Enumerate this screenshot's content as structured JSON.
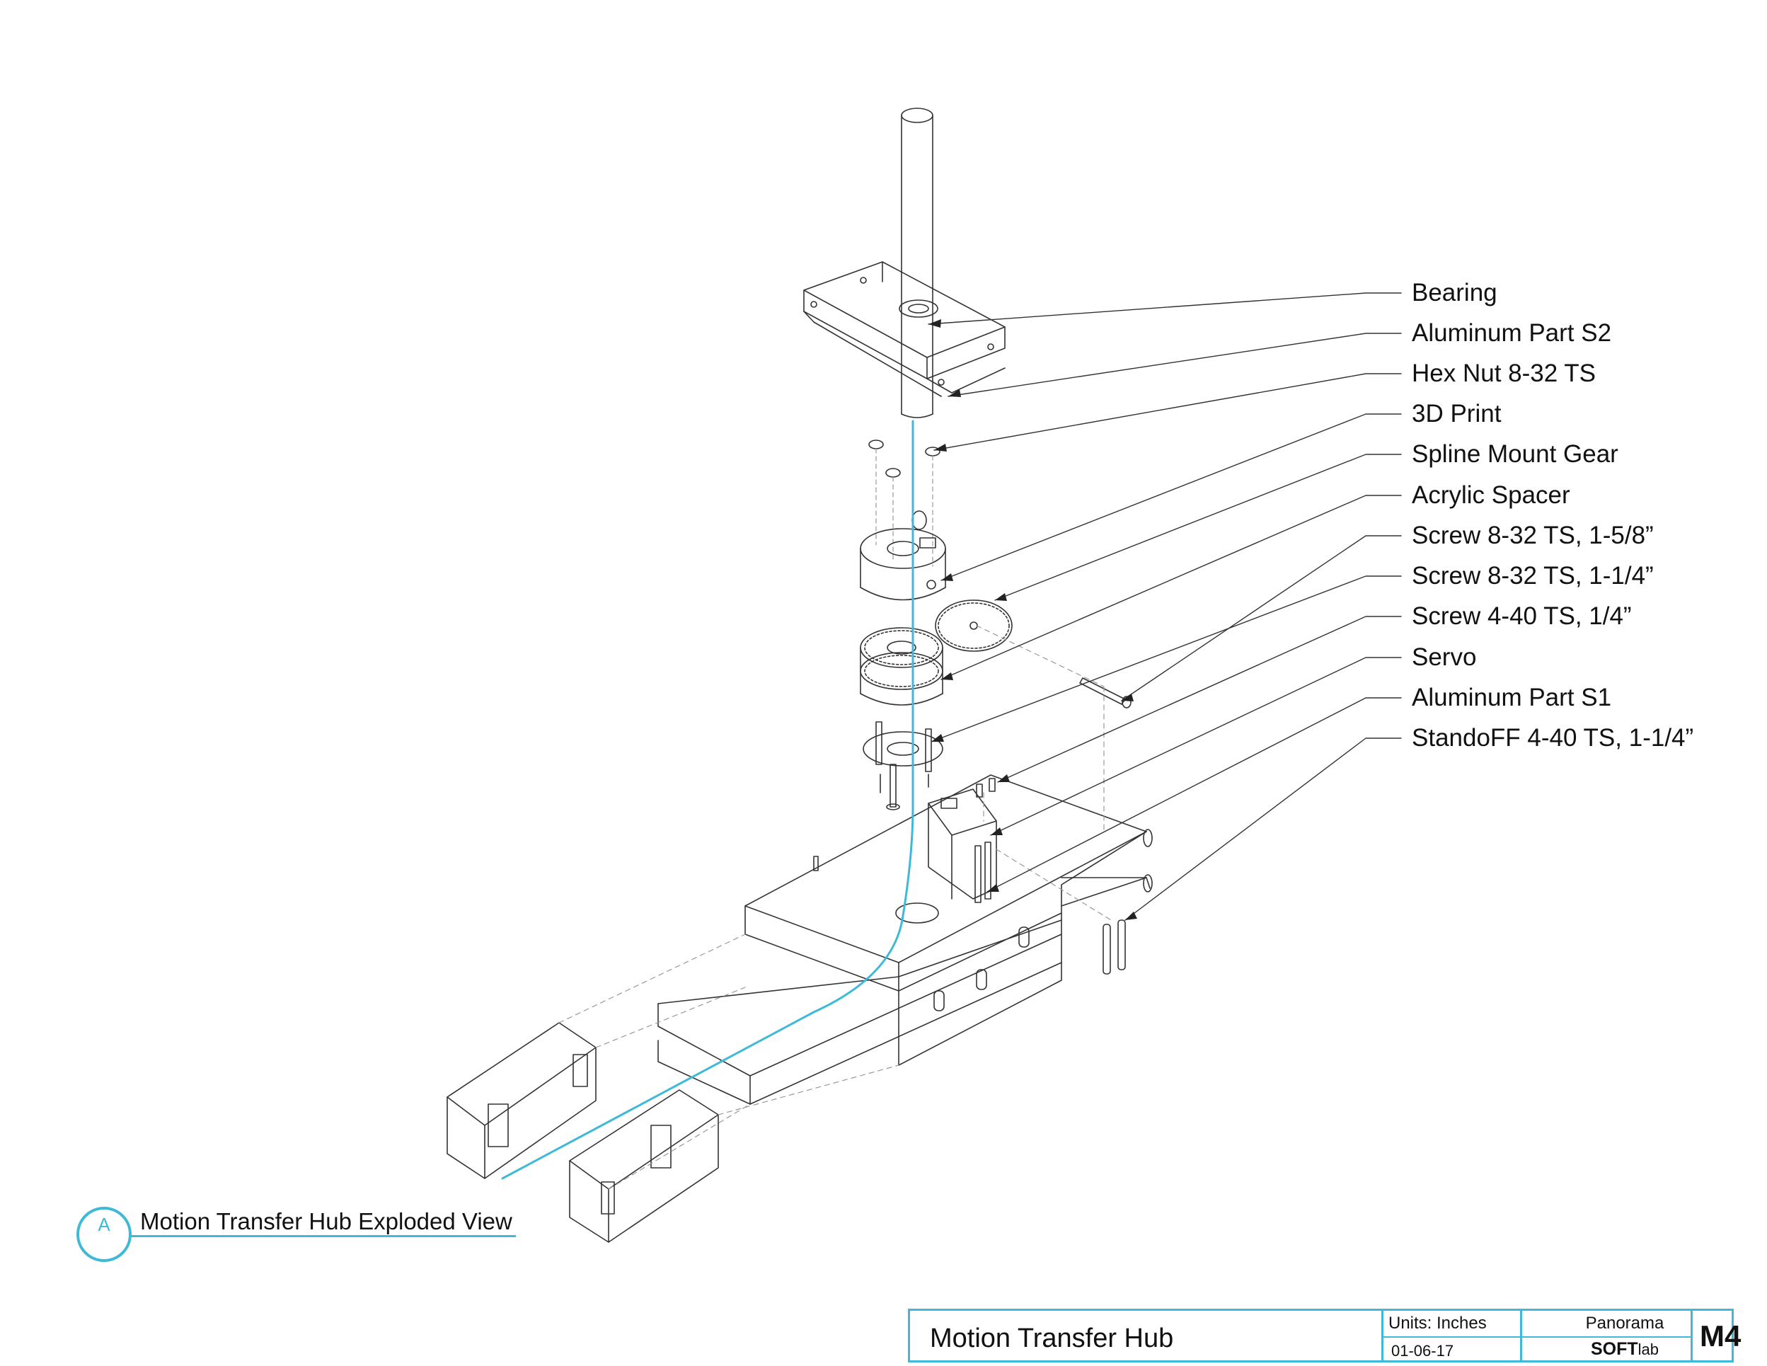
{
  "callouts": [
    {
      "label": "Bearing"
    },
    {
      "label": "Aluminum Part S2"
    },
    {
      "label": "Hex Nut 8-32 TS"
    },
    {
      "label": "3D Print"
    },
    {
      "label": "Spline Mount Gear"
    },
    {
      "label": "Acrylic Spacer"
    },
    {
      "label": "Screw 8-32 TS, 1-5/8”"
    },
    {
      "label": "Screw 8-32 TS, 1-1/4”"
    },
    {
      "label": "Screw 4-40 TS, 1/4”"
    },
    {
      "label": "Servo"
    },
    {
      "label": "Aluminum Part S1"
    },
    {
      "label": "StandoFF 4-40 TS, 1-1/4”"
    }
  ],
  "view": {
    "letter": "A",
    "title": "Motion Transfer Hub Exploded View"
  },
  "title_block": {
    "project_title": "Motion Transfer Hub",
    "units": "Units: Inches",
    "date": "01-06-17",
    "series": "Panorama",
    "firm_bold": "SOFT",
    "firm_light": "lab",
    "sheet": "M4"
  },
  "colors": {
    "accent": "#3fb9d8",
    "linework": "#222222",
    "hidden_lines": "#9a9a9a"
  }
}
